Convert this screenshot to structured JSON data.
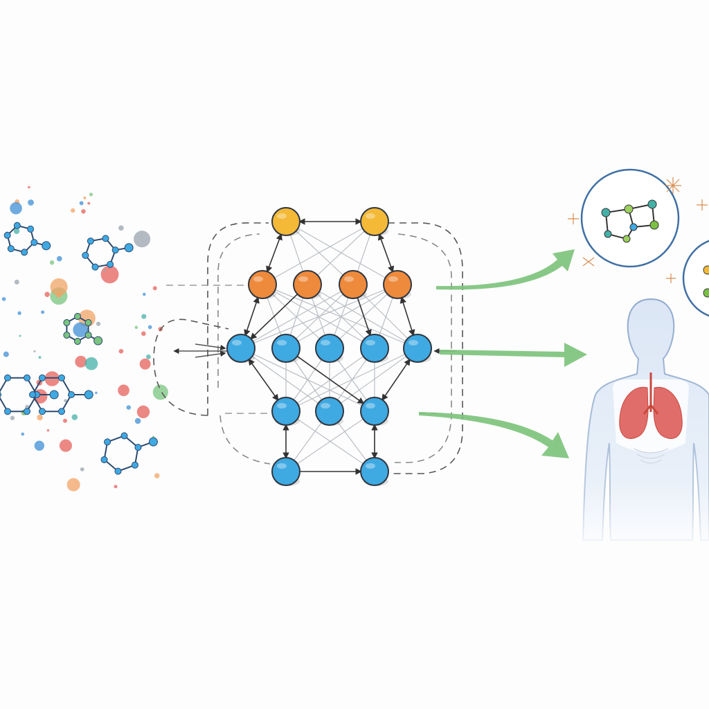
{
  "diagram": {
    "colors": {
      "background": "#fdfdfd",
      "yellow": "#f3b937",
      "orange": "#ee8a3c",
      "blue": "#3fa9e2",
      "node_outline": "#2f3640",
      "edge_dark": "#333333",
      "edge_light": "#b9bec4",
      "dashed": "#555555",
      "arrow_green": "#7bc27a",
      "circle_outline": "#3f6fa3",
      "body_fill": "#dfe9f6",
      "body_outline": "#8ea8cc",
      "lung": "#e06d6a",
      "trachea": "#c9483d"
    },
    "sections": [
      "molecule-cloud",
      "neural-network",
      "outputs"
    ],
    "network": {
      "layers": [
        {
          "name": "input",
          "color": "yellow",
          "count": 2
        },
        {
          "name": "hidden-1",
          "color": "orange",
          "count": 4
        },
        {
          "name": "hidden-2",
          "color": "blue",
          "count": 5
        },
        {
          "name": "hidden-3",
          "color": "blue",
          "count": 3
        },
        {
          "name": "output",
          "color": "blue",
          "count": 2
        }
      ]
    },
    "outputs": [
      "molecule-candidate",
      "molecule-candidate-2",
      "human-body-lungs"
    ]
  }
}
